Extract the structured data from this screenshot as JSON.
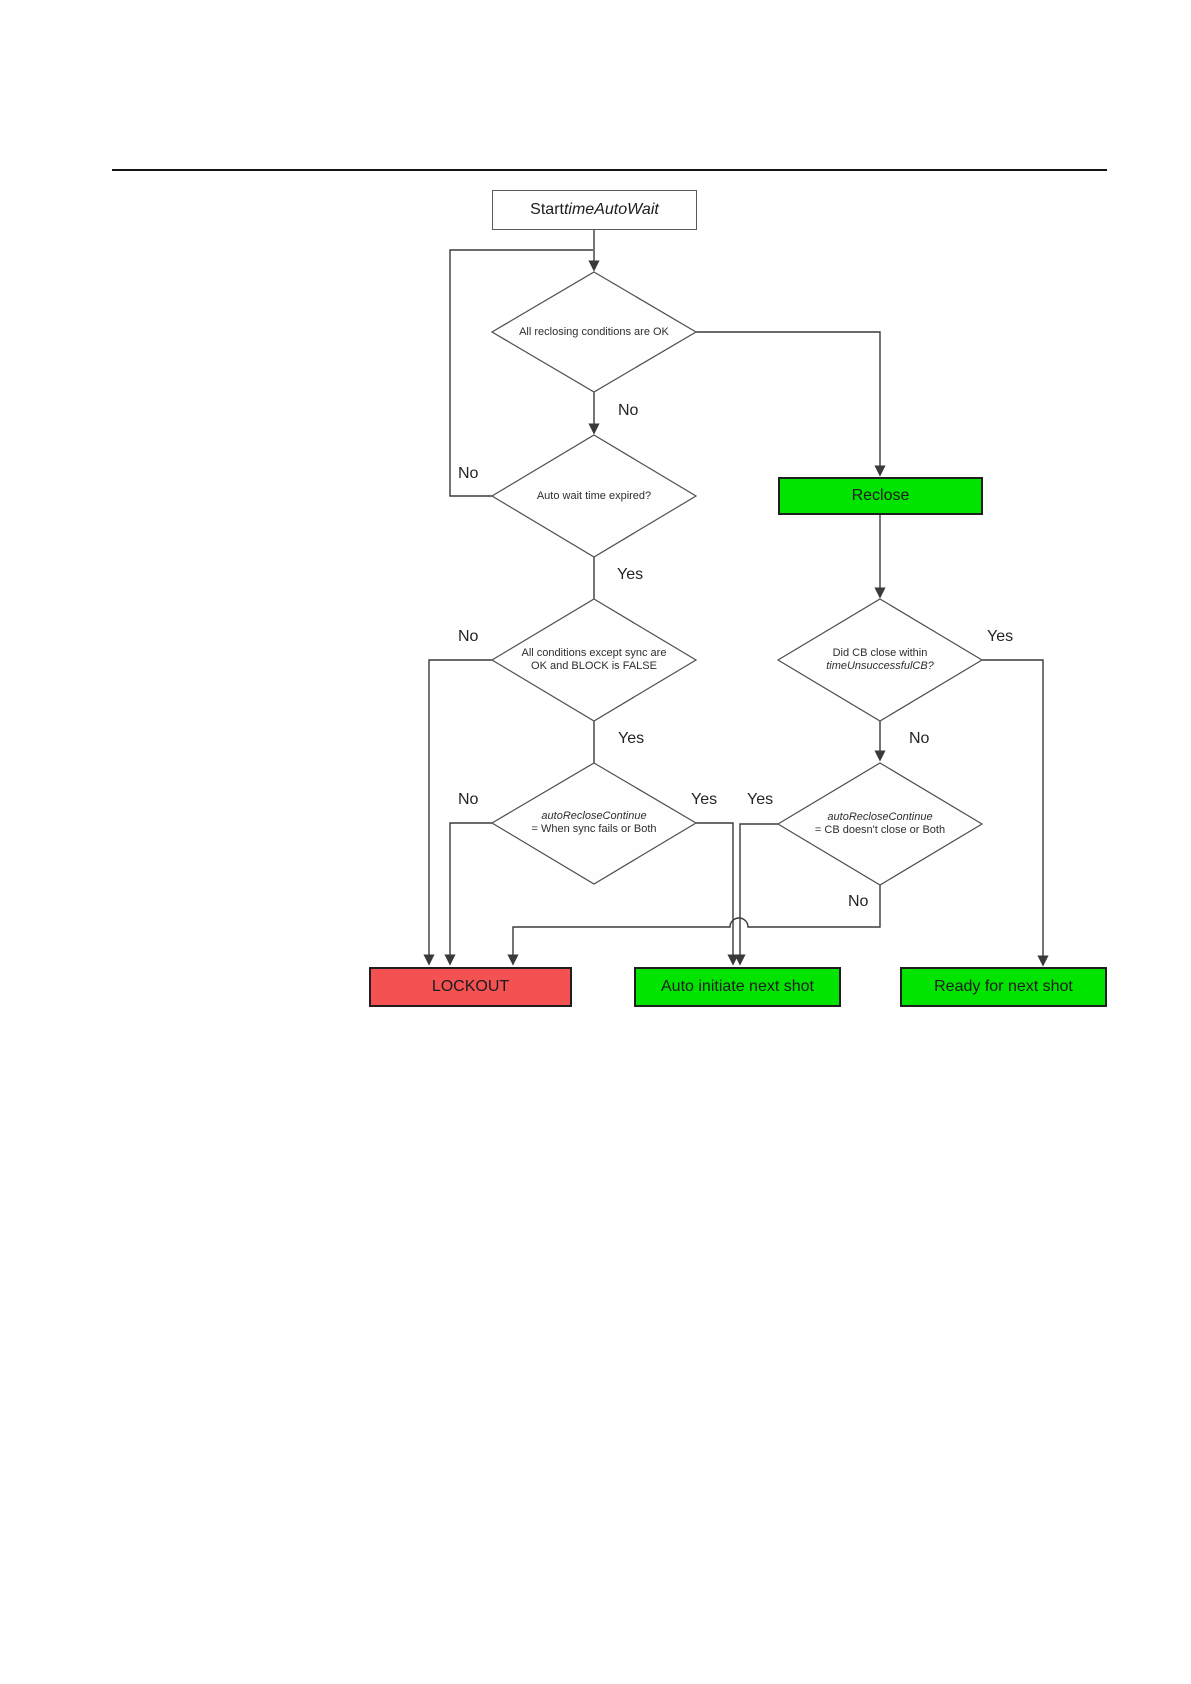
{
  "colors": {
    "green": "#00e400",
    "red": "#f45152",
    "line": "#3a3a3a",
    "diamond_border": "#4f4f4f",
    "box_border": "#1f1f1f"
  },
  "labels": {
    "yes": "Yes",
    "no": "No"
  },
  "start_box": {
    "prefix": "Start ",
    "variable": "timeAutoWait"
  },
  "diamonds": {
    "reclosing_ok": {
      "text": "All reclosing conditions are OK"
    },
    "wait_expired": {
      "text": "Auto wait time expired?"
    },
    "except_sync": {
      "line1": "All conditions except sync are",
      "line2": "OK and BLOCK is FALSE"
    },
    "cb_close": {
      "line1": "Did CB close within",
      "line2": "timeUnsuccessfulCB?"
    },
    "continue_sync": {
      "line1": "autoRecloseContinue",
      "line2": "= When sync fails or Both"
    },
    "continue_cb": {
      "line1": "autoRecloseContinue",
      "line2": "= CB doesn't close or Both"
    }
  },
  "boxes": {
    "reclose": "Reclose",
    "lockout": "LOCKOUT",
    "auto_next": "Auto initiate next shot",
    "ready_next": "Ready for next shot"
  }
}
